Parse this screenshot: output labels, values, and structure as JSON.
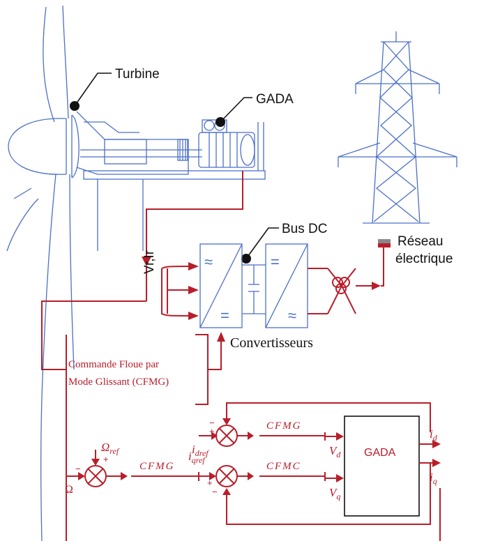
{
  "labels": {
    "turbine": "Turbine",
    "gada_top": "GADA",
    "bus_dc": "Bus DC",
    "reseau_line1": "Réseau",
    "reseau_line2": "électrique",
    "vr_ir": "Vr,Ir",
    "convertisseurs": "Convertisseurs",
    "cfmg_box_line1": "Commande Floue par",
    "cfmg_box_line2": "Mode Glissant (CFMG)",
    "gada_block": "GADA",
    "cfmg_d": "CFMG",
    "cfmc_q": "CFMC",
    "cfmg_speed": "CFMG",
    "omega": "Ω",
    "omega_ref": "Ω",
    "omega_ref_sub": "ref",
    "i_dref": "i",
    "i_dref_sub": "dref",
    "i_qref": "i",
    "i_qref_sub": "qref",
    "v_d": "V",
    "v_d_sub": "d",
    "v_q": "V",
    "v_q_sub": "q",
    "i_d": "i",
    "i_d_sub": "d",
    "i_q": "i",
    "i_q_sub": "q",
    "plus": "+",
    "minus": "−"
  },
  "colors": {
    "equipment": "#4a6fc8",
    "control": "#b81e2a",
    "callout": "#111111"
  }
}
